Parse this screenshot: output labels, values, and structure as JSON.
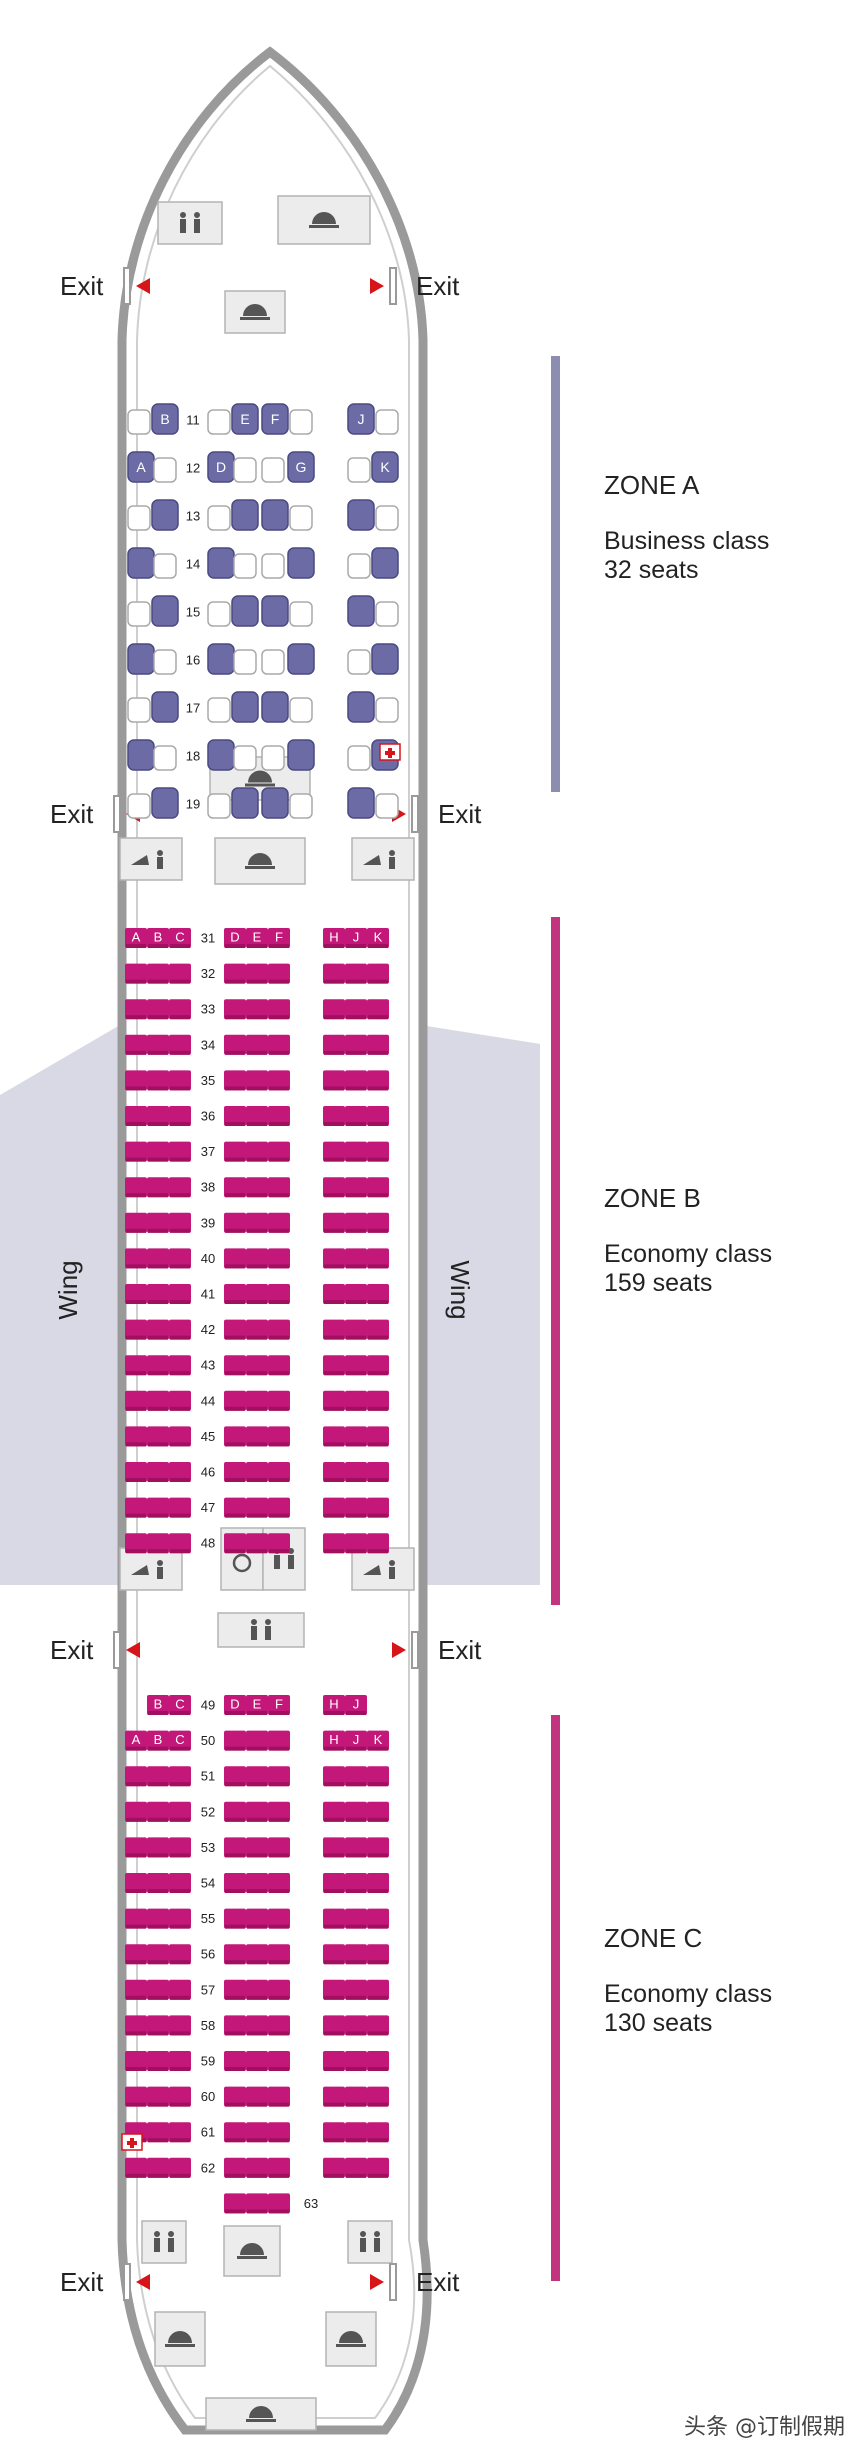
{
  "labels": {
    "exit": "Exit",
    "wing": "Wing"
  },
  "zones": [
    {
      "id": "a",
      "title": "ZONE A",
      "class": "Business class",
      "seats": "32 seats",
      "color": "#8d8cb1"
    },
    {
      "id": "b",
      "title": "ZONE B",
      "class": "Economy class",
      "seats": "159 seats",
      "color": "#c2347e"
    },
    {
      "id": "c",
      "title": "ZONE C",
      "class": "Economy class",
      "seats": "130 seats",
      "color": "#c2347e"
    }
  ],
  "business": {
    "rows": [
      "11",
      "12",
      "13",
      "14",
      "15",
      "16",
      "17",
      "18",
      "19"
    ],
    "letters_row11": [
      "B",
      "E",
      "F",
      "J"
    ],
    "letters_row12": [
      "A",
      "D",
      "G",
      "K"
    ]
  },
  "zone_b_rows": [
    "31",
    "32",
    "33",
    "34",
    "35",
    "36",
    "37",
    "38",
    "39",
    "40",
    "41",
    "42",
    "43",
    "44",
    "45",
    "46",
    "47",
    "48"
  ],
  "zone_c_rows": [
    "49",
    "50",
    "51",
    "52",
    "53",
    "54",
    "55",
    "56",
    "57",
    "58",
    "59",
    "60",
    "61",
    "62",
    "63"
  ],
  "economy_letters": {
    "left": [
      "A",
      "B",
      "C"
    ],
    "middle": [
      "D",
      "E",
      "F"
    ],
    "right": [
      "H",
      "J",
      "K"
    ],
    "left_row49": [
      "B",
      "C"
    ],
    "right_row49": [
      "H",
      "J"
    ]
  },
  "colors": {
    "business_seat": "#6c6ba6",
    "economy_seat": "#c4177a",
    "exit_arrow": "#d7141a",
    "wing": "#d9d9e6",
    "fuselage": "#9a9a9a"
  },
  "watermark": "头条 @订制假期"
}
